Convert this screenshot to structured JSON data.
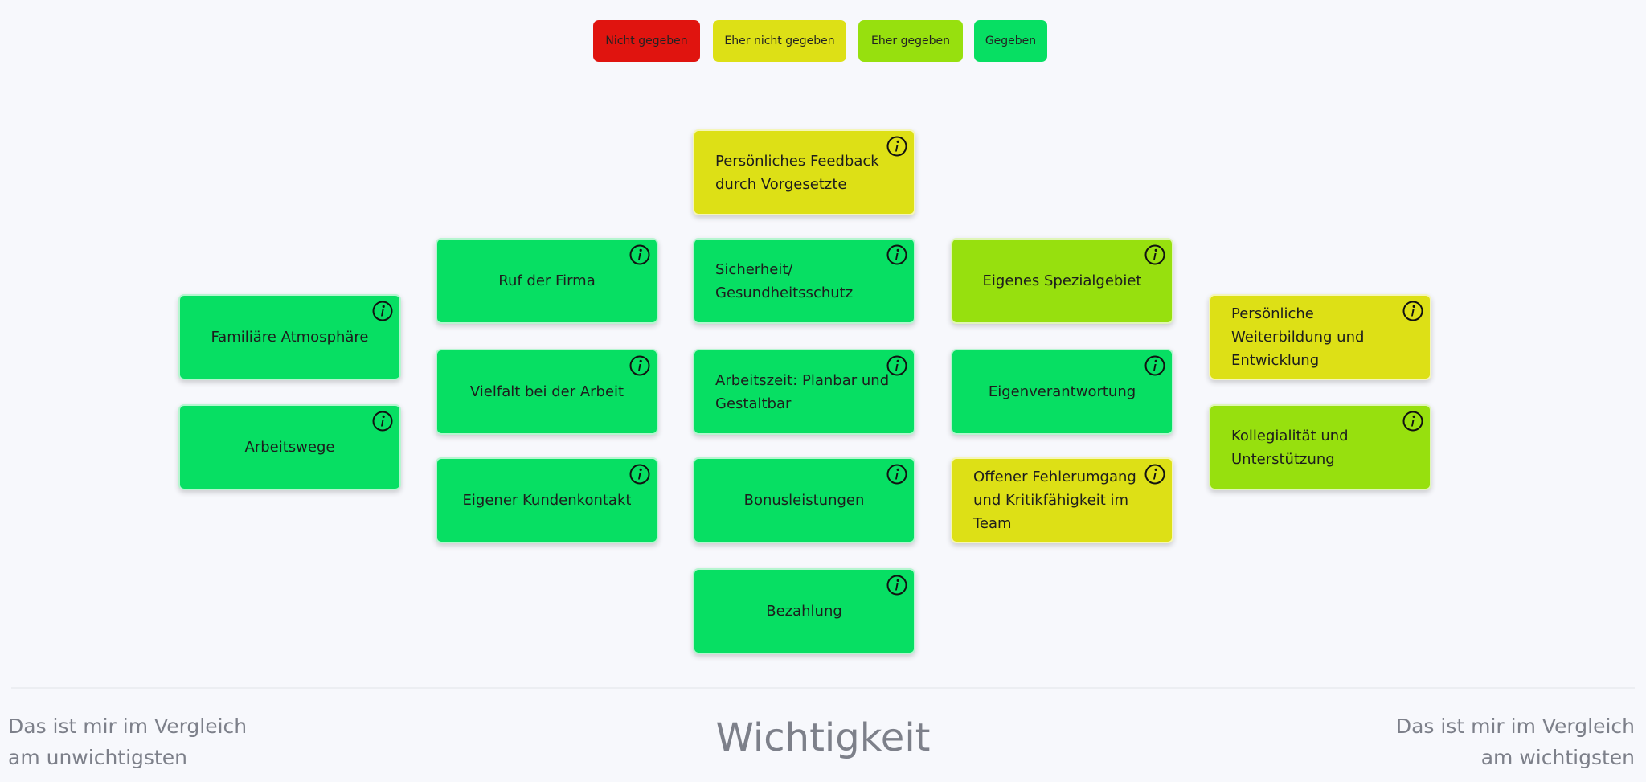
{
  "colors": {
    "nicht": "#e0140f",
    "eher_nicht": "#dde016",
    "eher": "#97e00e",
    "gegeben": "#07df63"
  },
  "legend": [
    {
      "label": "Nicht gegeben",
      "color": "#e0140f"
    },
    {
      "label": "Eher nicht gegeben",
      "color": "#dde016"
    },
    {
      "label": "Eher gegeben",
      "color": "#97e00e"
    },
    {
      "label": "Gegeben",
      "color": "#07df63"
    }
  ],
  "cards": [
    {
      "label": "Persönliches Feedback durch Vorgesetzte",
      "status": "Eher nicht gegeben",
      "icon": "info-icon"
    },
    {
      "label": "Ruf der Firma",
      "status": "Gegeben",
      "icon": "info-icon"
    },
    {
      "label": "Sicherheit/ Gesundheitsschutz",
      "status": "Gegeben",
      "icon": "info-icon"
    },
    {
      "label": "Eigenes Spezialgebiet",
      "status": "Eher gegeben",
      "icon": "info-icon"
    },
    {
      "label": "Familiäre Atmosphäre",
      "status": "Gegeben",
      "icon": "info-icon"
    },
    {
      "label": "Persönliche Weiterbildung und Entwicklung",
      "status": "Eher nicht gegeben",
      "icon": "info-icon"
    },
    {
      "label": "Vielfalt bei der Arbeit",
      "status": "Gegeben",
      "icon": "info-icon"
    },
    {
      "label": "Arbeitszeit: Planbar und Gestaltbar",
      "status": "Gegeben",
      "icon": "info-icon"
    },
    {
      "label": "Eigenverantwortung",
      "status": "Gegeben",
      "icon": "info-icon"
    },
    {
      "label": "Arbeitswege",
      "status": "Gegeben",
      "icon": "info-icon"
    },
    {
      "label": "Kollegialität und Unterstützung",
      "status": "Eher gegeben",
      "icon": "info-icon"
    },
    {
      "label": "Eigener Kundenkontakt",
      "status": "Gegeben",
      "icon": "info-icon"
    },
    {
      "label": "Bonusleistungen",
      "status": "Gegeben",
      "icon": "info-icon"
    },
    {
      "label": "Offener Fehlerumgang und Kritikfähigkeit im Team",
      "status": "Eher nicht gegeben",
      "icon": "info-icon"
    },
    {
      "label": "Bezahlung",
      "status": "Gegeben",
      "icon": "info-icon"
    }
  ],
  "footer": {
    "left_line1": "Das ist mir im Vergleich",
    "left_line2": "am unwichtigsten",
    "title": "Wichtigkeit",
    "right_line1": "Das ist mir im Vergleich",
    "right_line2": "am wichtigsten"
  }
}
